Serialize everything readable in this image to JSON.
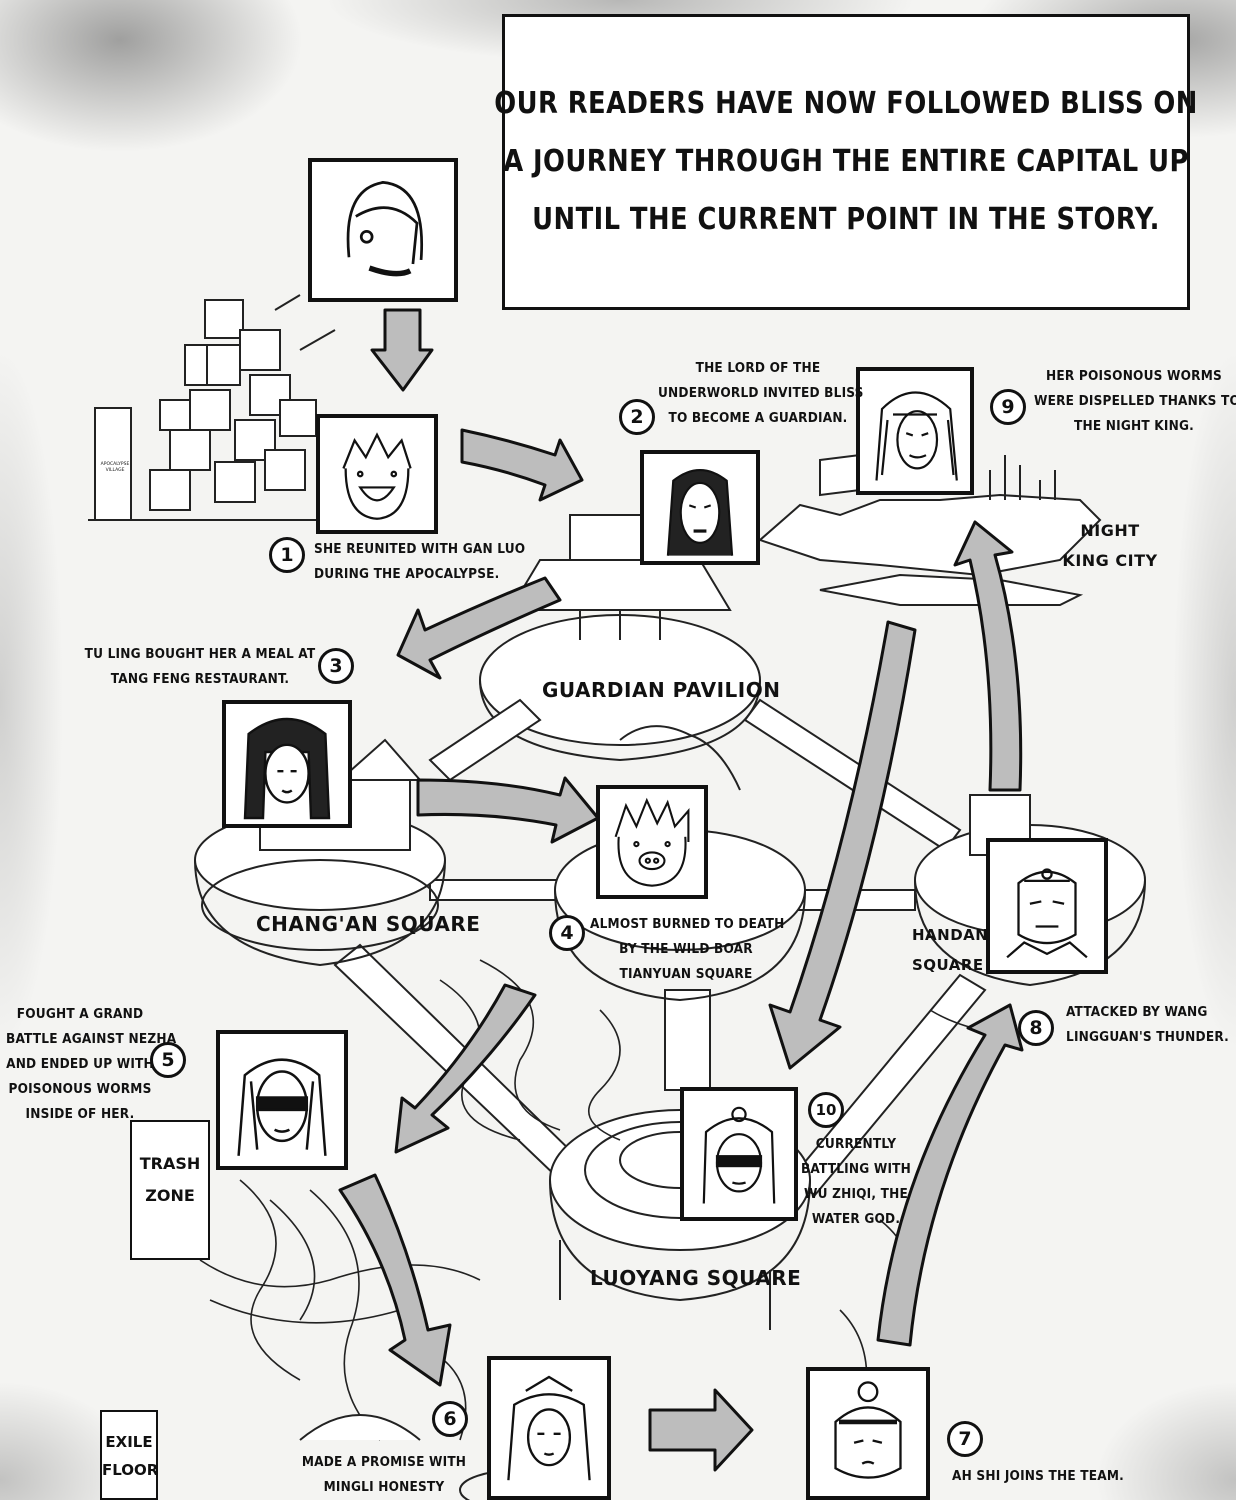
{
  "title": {
    "line1": "OUR READERS HAVE NOW FOLLOWED BLISS ON",
    "line2": "A JOURNEY THROUGH THE ENTIRE CAPITAL UP",
    "line3": "UNTIL THE CURRENT POINT IN THE STORY."
  },
  "steps": [
    {
      "num": "1",
      "lines": [
        "SHE REUNITED WITH GAN LUO",
        "DURING THE APOCALYPSE."
      ]
    },
    {
      "num": "2",
      "lines": [
        "THE LORD OF THE",
        "UNDERWORLD INVITED BLISS",
        "TO BECOME A GUARDIAN."
      ]
    },
    {
      "num": "3",
      "lines": [
        "TU LING BOUGHT HER A MEAL AT",
        "TANG FENG RESTAURANT."
      ]
    },
    {
      "num": "4",
      "lines": [
        "ALMOST BURNED TO DEATH",
        "BY THE WILD BOAR",
        "TIANYUAN SQUARE"
      ]
    },
    {
      "num": "5",
      "lines": [
        "FOUGHT A GRAND",
        "BATTLE AGAINST NEZHA",
        "AND ENDED UP WITH",
        "POISONOUS WORMS",
        "INSIDE OF HER."
      ]
    },
    {
      "num": "6",
      "lines": [
        "MADE A PROMISE WITH",
        "MINGLI HONESTY"
      ]
    },
    {
      "num": "7",
      "lines": [
        "AH SHI JOINS THE TEAM."
      ]
    },
    {
      "num": "8",
      "lines": [
        "ATTACKED BY WANG",
        "LINGGUAN'S THUNDER."
      ]
    },
    {
      "num": "9",
      "lines": [
        "HER POISONOUS WORMS",
        "WERE DISPELLED THANKS TO",
        "THE NIGHT KING."
      ]
    },
    {
      "num": "10",
      "lines": [
        "CURRENTLY",
        "BATTLING WITH",
        "WU ZHIQI, THE",
        "WATER GOD."
      ]
    }
  ],
  "places": {
    "guardian_pavilion": "GUARDIAN PAVILION",
    "changan_square": "CHANG'AN SQUARE",
    "luoyang_square": "LUOYANG SQUARE",
    "handan_square": [
      "HANDAN",
      "SQUARE"
    ],
    "night_king_city": [
      "NIGHT",
      "KING CITY"
    ],
    "trash_zone": [
      "TRASH",
      "ZONE"
    ],
    "exile_floor": [
      "EXILE",
      "FLOOR"
    ],
    "apocalypse_village": [
      "APOCALYPSE",
      "VILLAGE"
    ]
  }
}
